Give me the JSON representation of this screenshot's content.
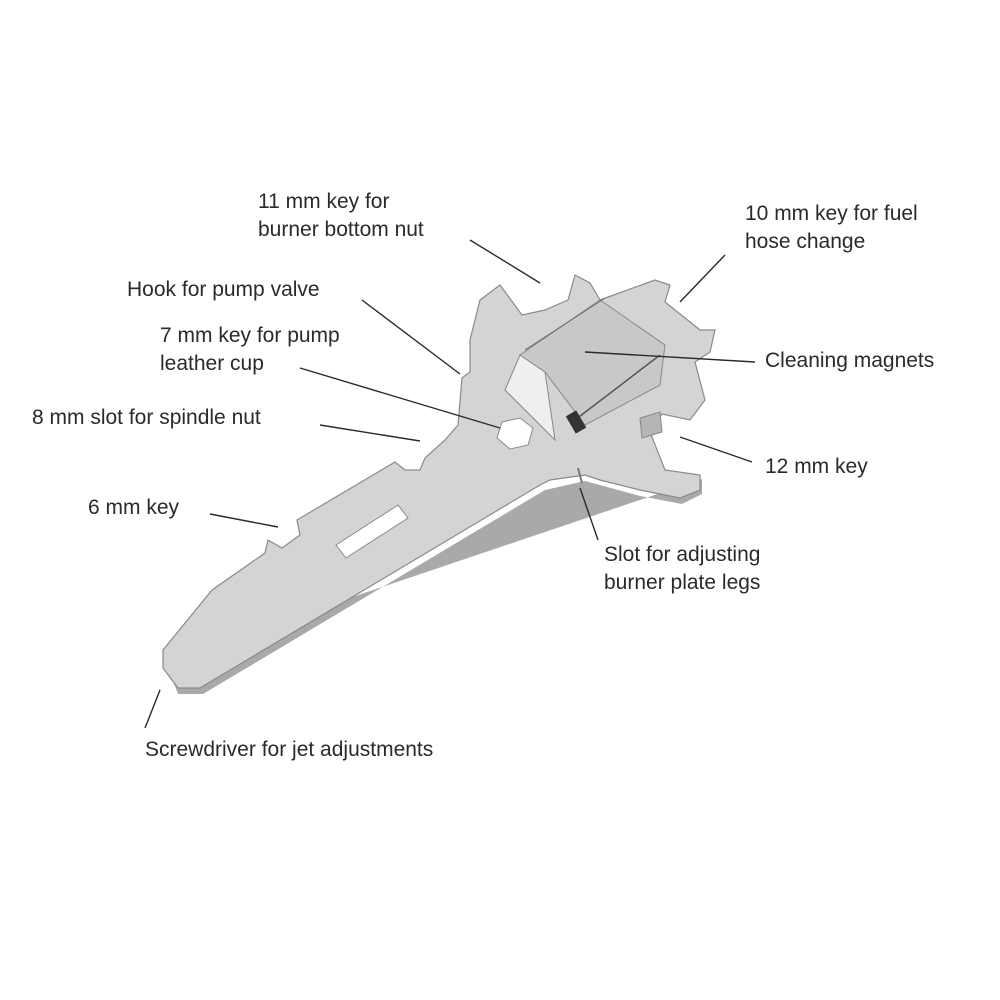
{
  "labels": {
    "key11": [
      "11 mm key for",
      "burner bottom nut"
    ],
    "key10": [
      "10 mm key for fuel",
      "hose change"
    ],
    "hook": "Hook for pump valve",
    "key7": [
      "7 mm key for pump",
      "leather cup"
    ],
    "magnets": "Cleaning magnets",
    "slot8": "8 mm slot for spindle nut",
    "key12": "12 mm key",
    "key6": "6 mm key",
    "slot_legs": [
      "Slot for adjusting",
      "burner plate legs"
    ],
    "screwdriver": "Screwdriver for jet adjustments"
  },
  "colors": {
    "metal": "#d2d2d2",
    "edge": "#7a7a7a",
    "text": "#2a2a2a"
  }
}
